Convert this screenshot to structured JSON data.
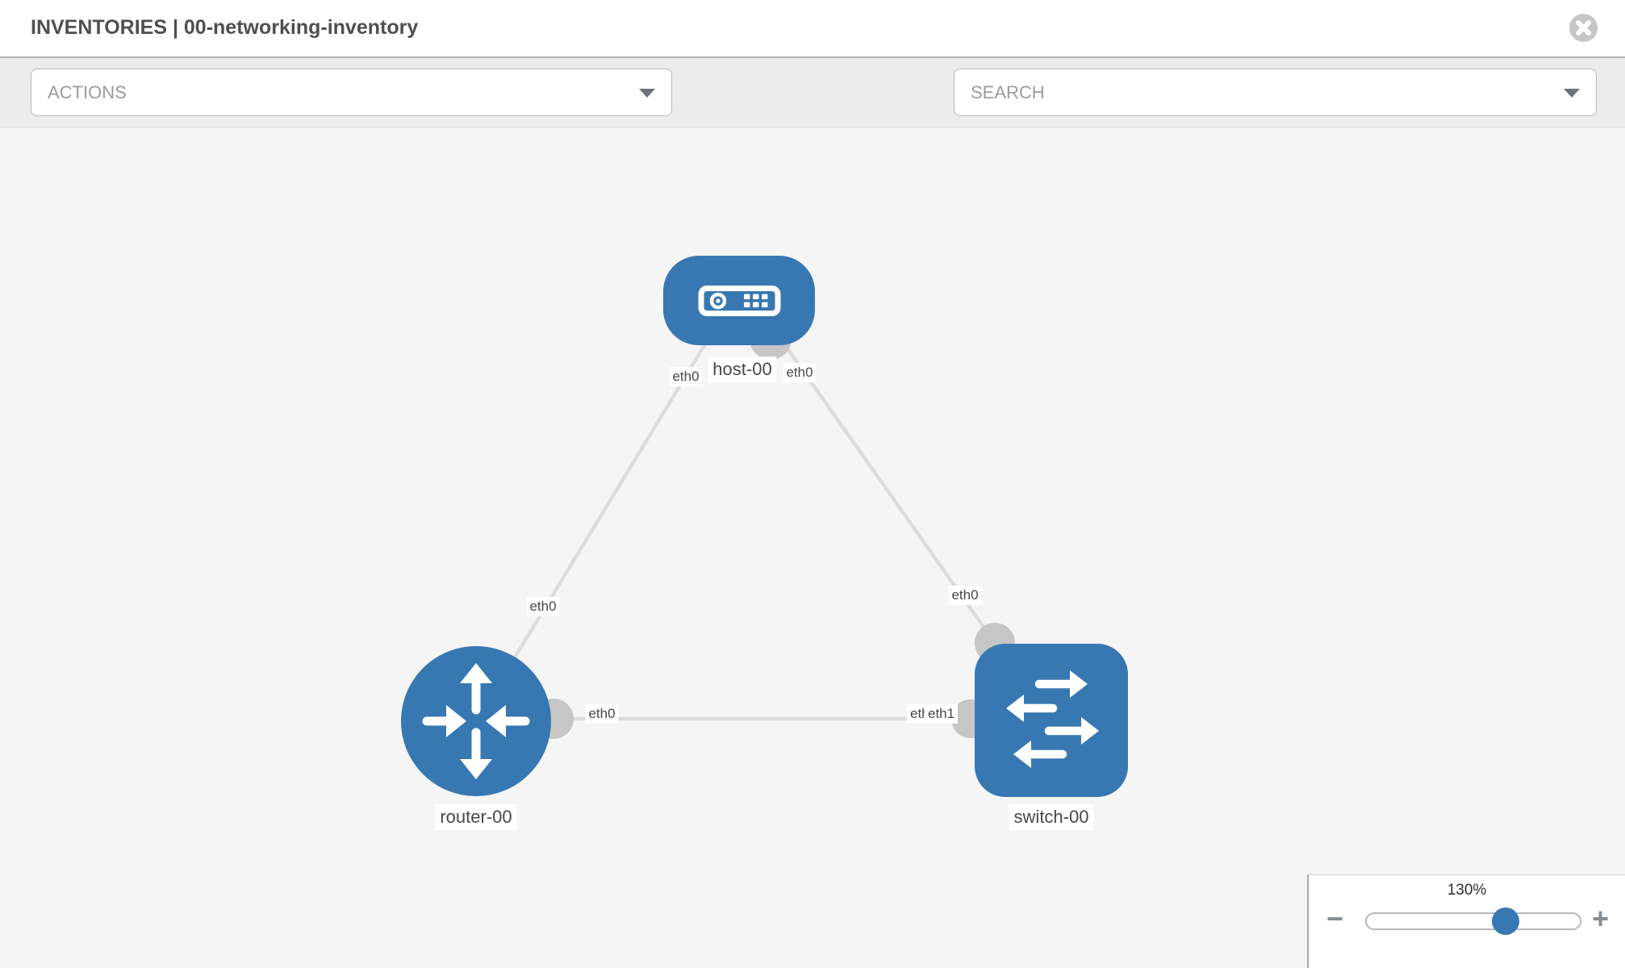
{
  "header": {
    "title": "INVENTORIES | 00-networking-inventory"
  },
  "toolbar": {
    "actions_select": {
      "placeholder": "ACTIONS"
    },
    "search_select": {
      "placeholder": "SEARCH"
    },
    "icons": [
      "wrench-icon",
      "key-icon"
    ]
  },
  "topology": {
    "nodes": [
      {
        "id": "host-00",
        "type": "host",
        "label": "host-00"
      },
      {
        "id": "router-00",
        "type": "router",
        "label": "router-00"
      },
      {
        "id": "switch-00",
        "type": "switch",
        "label": "switch-00"
      }
    ],
    "links": [
      {
        "source": "host-00",
        "source_label": "eth0",
        "target": "router-00",
        "target_label": "eth0"
      },
      {
        "source": "host-00",
        "source_label": "eth0",
        "target": "switch-00",
        "target_label": "eth0"
      },
      {
        "source": "router-00",
        "source_label": "eth0",
        "target": "switch-00",
        "target_label": "eth1",
        "target_label_under": "eth0"
      }
    ]
  },
  "zoom_control": {
    "level": "130%",
    "percent": 130,
    "minus_label": "−",
    "plus_label": "+"
  },
  "colors": {
    "accent": "#3878b2",
    "node_fill": "#3878b2",
    "connector": "#c6c6c6",
    "link": "#dcdcdc",
    "toolbar_bg": "#ececec",
    "canvas_bg": "#f5f5f5"
  }
}
